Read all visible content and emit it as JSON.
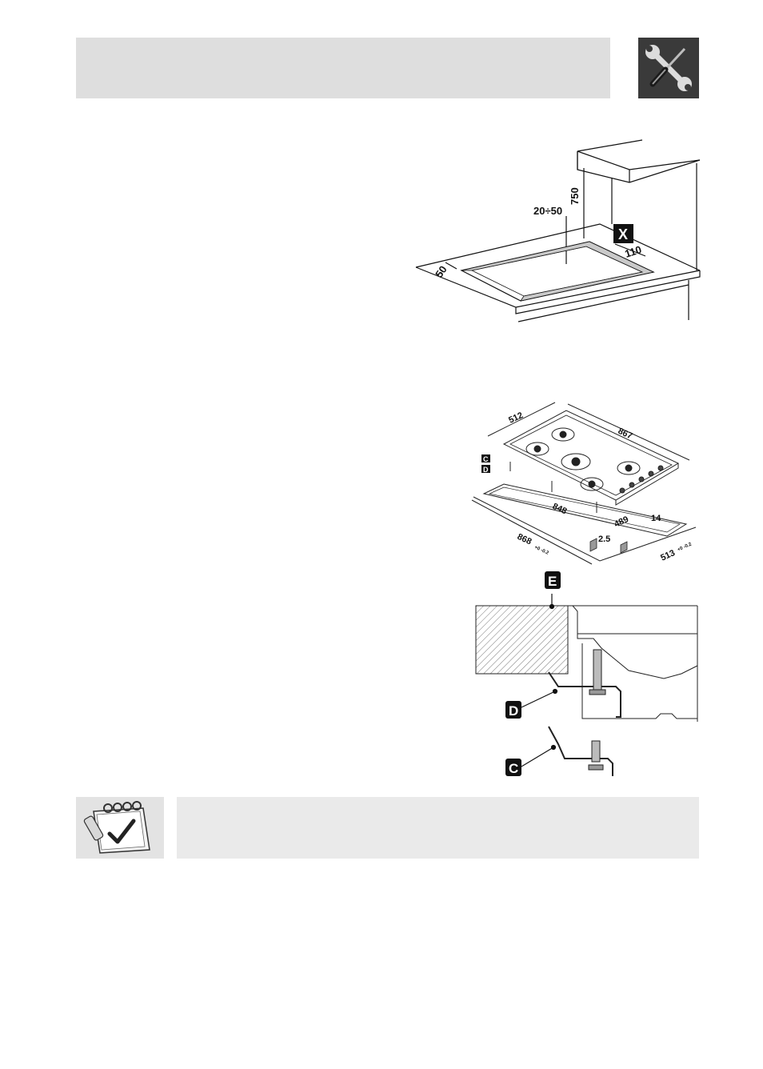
{
  "figure_niche": {
    "dim_height": "750",
    "dim_gap": "20÷50",
    "dim_front": "50",
    "dim_side": "110",
    "label_x": "X"
  },
  "figure_dimensions": {
    "hob_depth": "512",
    "hob_width": "867",
    "cut_width": "848",
    "cut_depth": "489",
    "edge": "14",
    "thickness": "2.5",
    "outer_width": "868",
    "outer_width_tol": "+0 -0.2",
    "outer_depth": "513",
    "outer_depth_tol": "+0 -0.2",
    "label_c": "C",
    "label_d": "D"
  },
  "figure_section": {
    "label_e": "E",
    "label_d": "D",
    "label_c": "C"
  },
  "icons": {
    "header": "tools-icon",
    "note": "notepad-check-icon"
  }
}
